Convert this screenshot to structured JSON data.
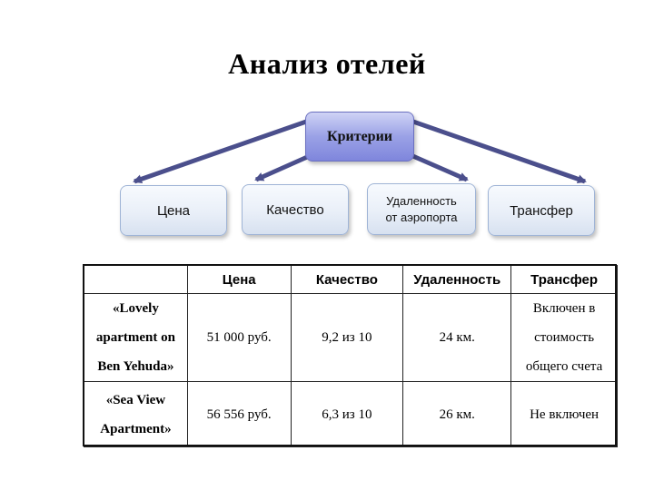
{
  "title": "Анализ отелей",
  "diagram": {
    "root": "Критерии",
    "children": [
      "Цена",
      "Качество",
      "Удаленность",
      "от аэропорта",
      "Трансфер"
    ]
  },
  "table": {
    "headers": [
      "",
      "Цена",
      "Качество",
      "Удаленность",
      "Трансфер"
    ],
    "rows": [
      {
        "name_lines": [
          "«Lovely",
          "apartment on",
          "Ben Yehuda»"
        ],
        "price": "51 000 руб.",
        "quality": "9,2 из 10",
        "distance": "24 км.",
        "transfer_lines": [
          "Включен в",
          "стоимость",
          "общего счета"
        ]
      },
      {
        "name_lines": [
          "«Sea View",
          "Apartment»"
        ],
        "price": "56 556 руб.",
        "quality": "6,3 из 10",
        "distance": "26 км.",
        "transfer_lines": [
          "Не включен"
        ]
      }
    ]
  },
  "colors": {
    "arrow": "#4b4f8c",
    "root_fill": "#9aa1e6",
    "node_border": "#9fb4d6"
  }
}
